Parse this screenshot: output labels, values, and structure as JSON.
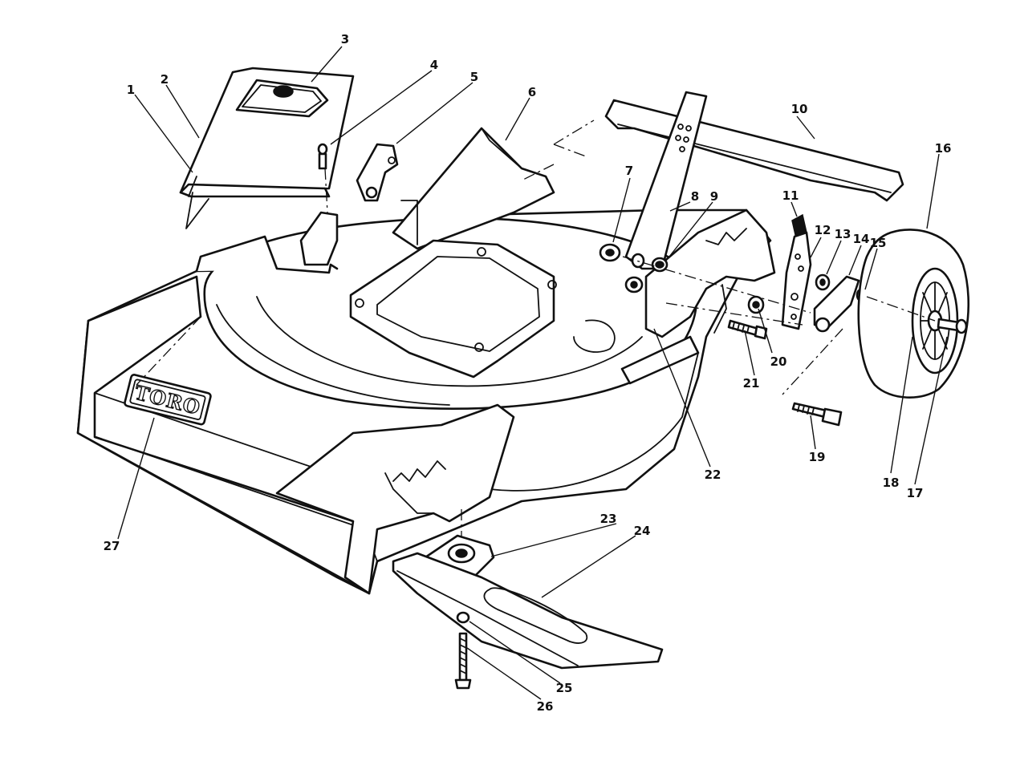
{
  "diagram": {
    "brand_logo": "TORO",
    "callouts": [
      "1",
      "2",
      "3",
      "4",
      "5",
      "6",
      "7",
      "8",
      "9",
      "10",
      "11",
      "12",
      "13",
      "14",
      "15",
      "16",
      "17",
      "18",
      "19",
      "20",
      "21",
      "22",
      "23",
      "24",
      "25",
      "26",
      "27"
    ]
  },
  "colors": {
    "line": "#111111",
    "background": "#ffffff"
  }
}
